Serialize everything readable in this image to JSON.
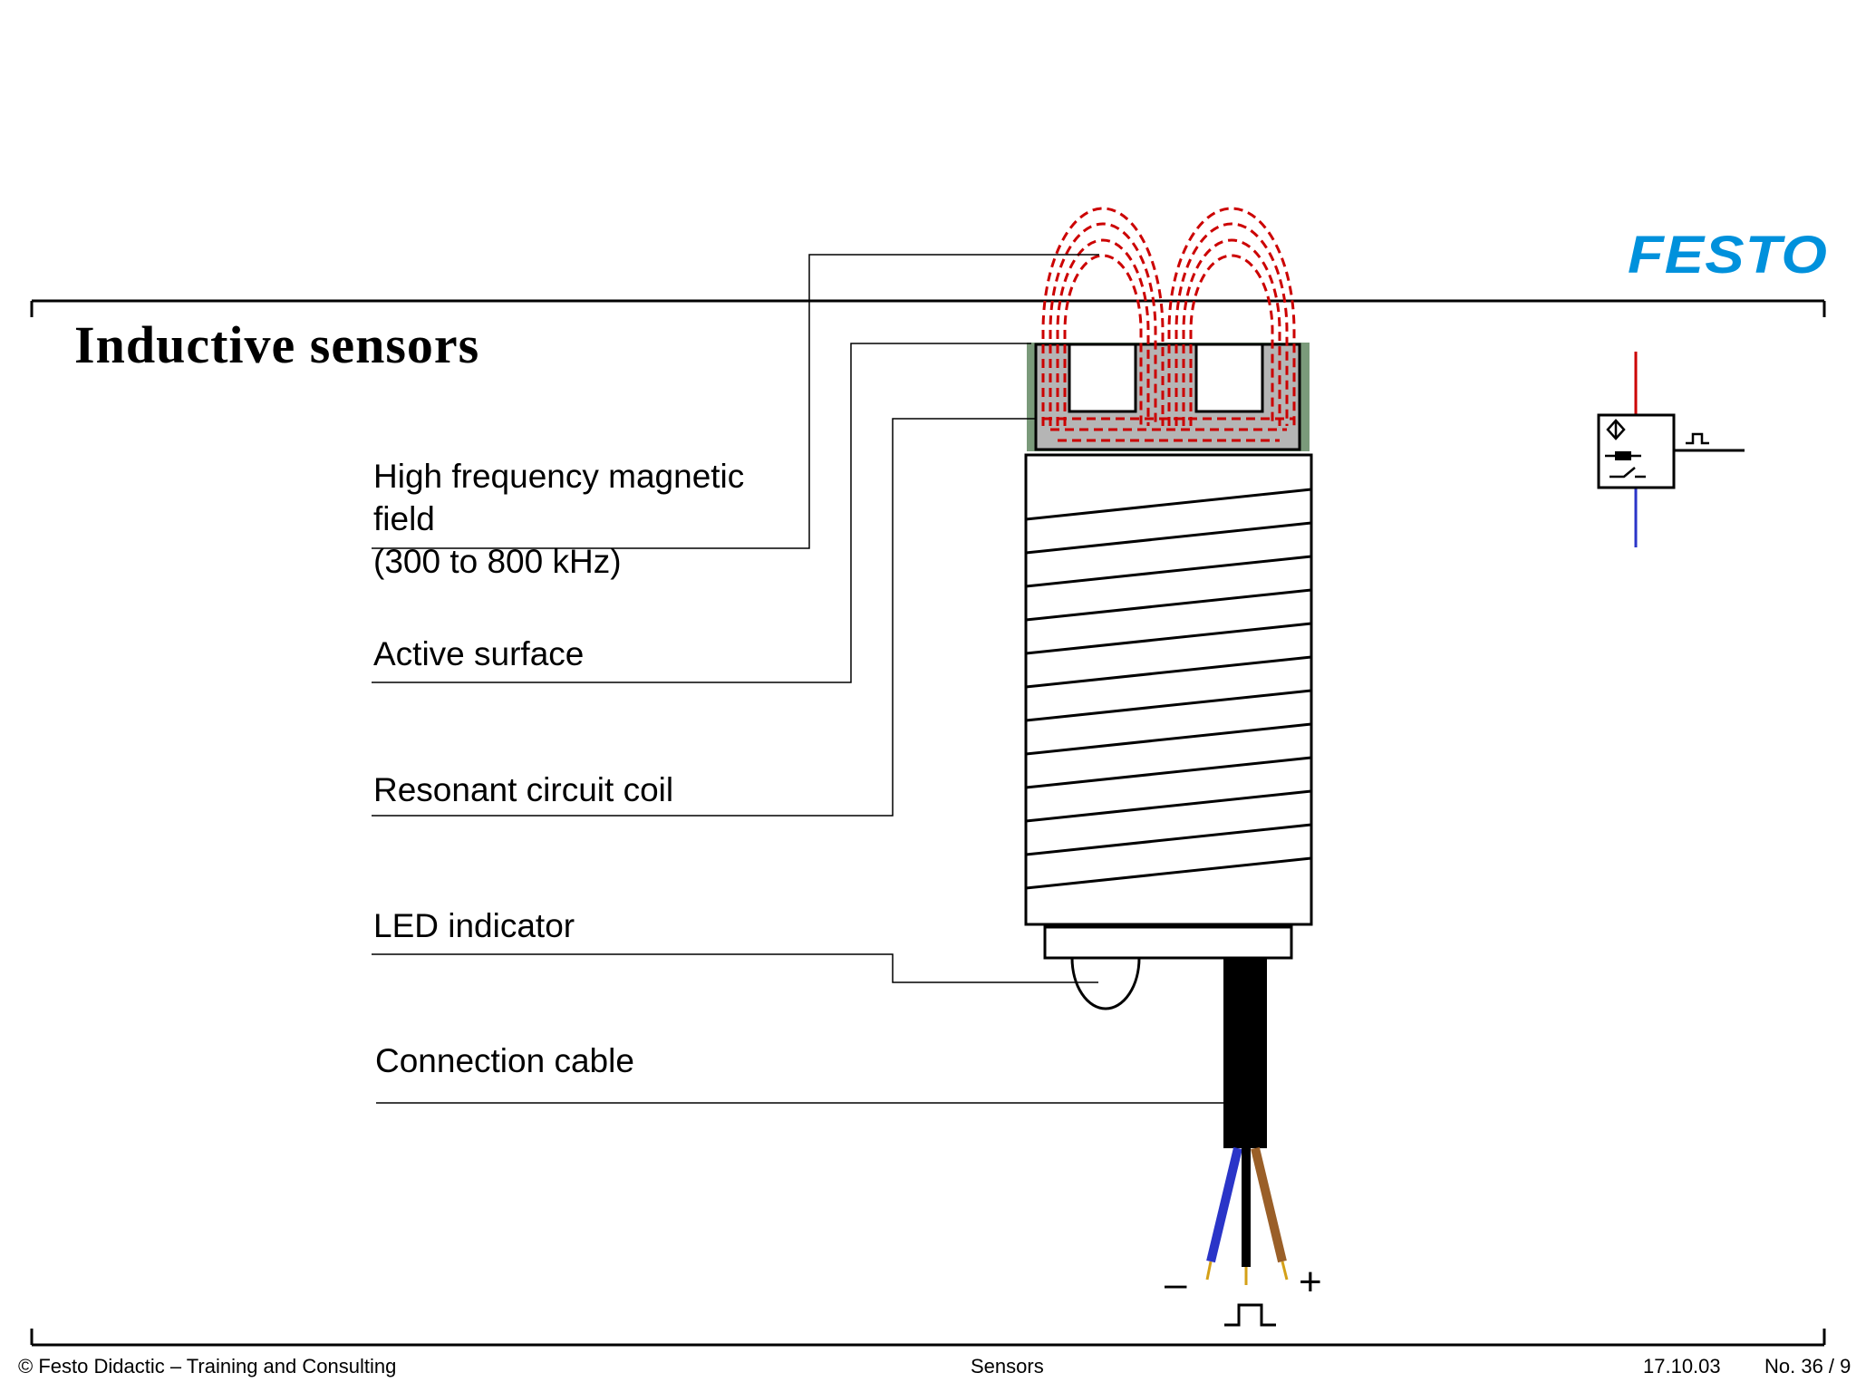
{
  "brand": {
    "logo_text": "FESTO",
    "logo_color": "#0091dc"
  },
  "slide": {
    "title": "Inductive sensors"
  },
  "labels": {
    "field_line1": "High frequency magnetic",
    "field_line2": "field",
    "field_line3": "(300 to 800 kHz)",
    "active_surface": "Active surface",
    "coil": "Resonant circuit coil",
    "led": "LED indicator",
    "cable": "Connection cable"
  },
  "terminals": {
    "minus": "–",
    "plus": "+"
  },
  "colors": {
    "field_lines": "#cc0000",
    "core": "#b5b5b5",
    "active_surface": "#7a9a7a",
    "wire_blue": "#2a35c8",
    "wire_black": "#000000",
    "wire_brown": "#9a5f28",
    "wire_tip": "#d4a017",
    "symbol_supply": "#cc0000",
    "symbol_ground": "#2a35c8"
  },
  "footer": {
    "copyright": "© Festo Didactic – Training and Consulting",
    "topic": "Sensors",
    "date": "17.10.03",
    "page": "No. 36 / 9"
  }
}
